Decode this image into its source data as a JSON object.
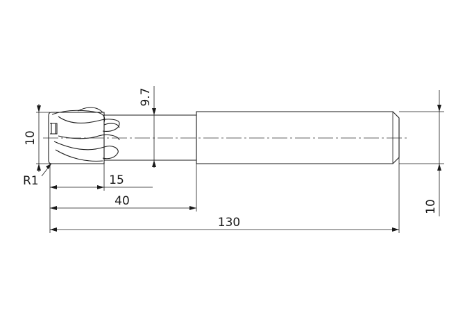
{
  "dimensions": {
    "overall_length": "130",
    "shank_diameter": "10",
    "neck_length": "40",
    "flute_length": "15",
    "corner_radius": "R1",
    "neck_diameter": "9.7",
    "cutting_diameter": "10"
  }
}
